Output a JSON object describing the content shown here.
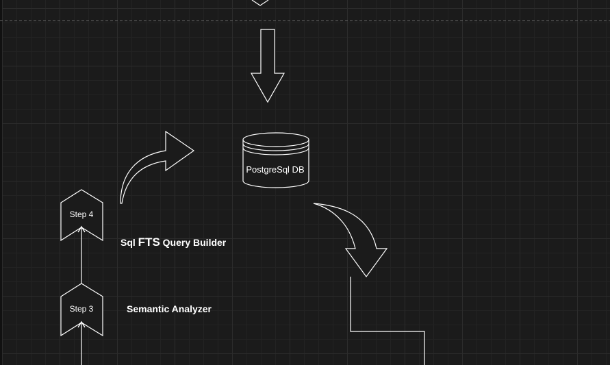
{
  "canvas": {
    "background": "#1b1b1b",
    "stroke_color": "#ffffff",
    "separator_color": "#666666"
  },
  "nodes": {
    "database": {
      "label": "PostgreSql DB"
    },
    "step4": {
      "label": "Step 4"
    },
    "step3": {
      "label": "Step 3"
    }
  },
  "labels": {
    "query_builder": {
      "prefix": "Sql ",
      "emphasis": "FTS",
      "suffix": " Query Builder"
    },
    "semantic_analyzer": "Semantic Analyzer"
  }
}
